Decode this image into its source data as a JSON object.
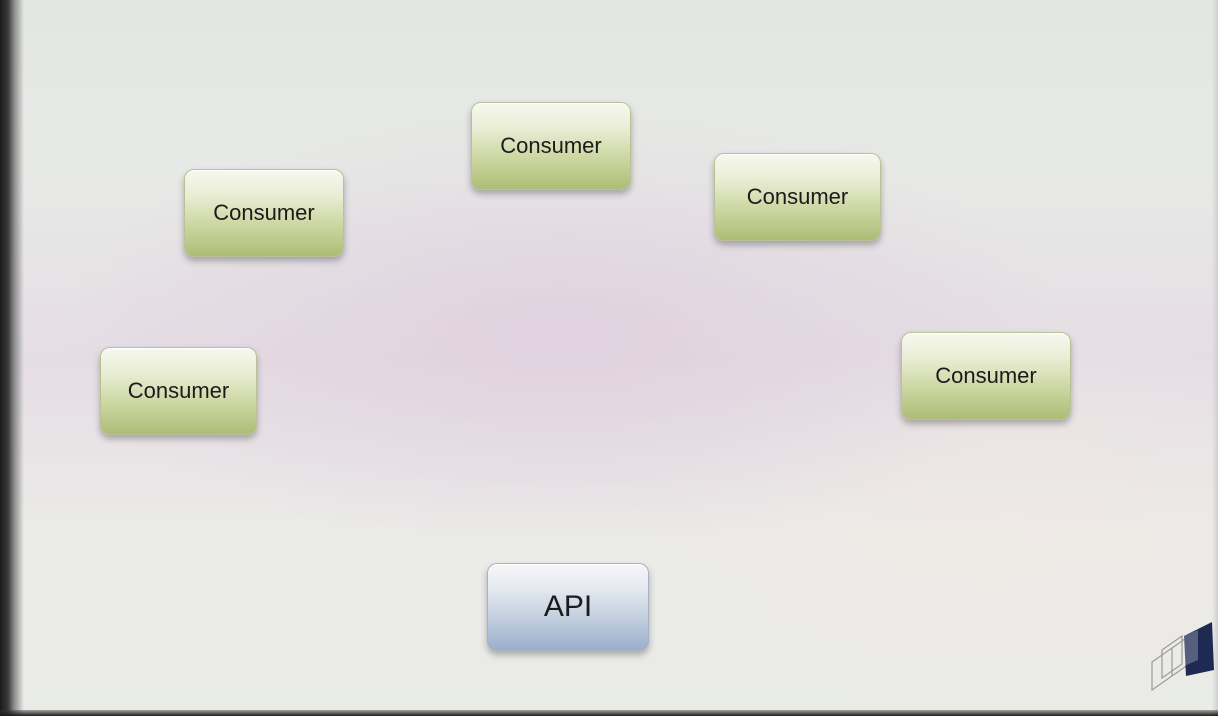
{
  "diagram": {
    "nodes": [
      {
        "id": "consumer-top",
        "label": "Consumer",
        "kind": "consumer"
      },
      {
        "id": "consumer-upper-left",
        "label": "Consumer",
        "kind": "consumer"
      },
      {
        "id": "consumer-upper-right",
        "label": "Consumer",
        "kind": "consumer"
      },
      {
        "id": "consumer-left",
        "label": "Consumer",
        "kind": "consumer"
      },
      {
        "id": "consumer-right",
        "label": "Consumer",
        "kind": "consumer"
      },
      {
        "id": "api",
        "label": "API",
        "kind": "api"
      }
    ]
  },
  "colors": {
    "consumer_fill": "#cdd8a4",
    "api_fill": "#c3cfdf",
    "logo_dark": "#1e2a52"
  },
  "icons": {
    "corner_logo": "cube-logo-icon"
  }
}
